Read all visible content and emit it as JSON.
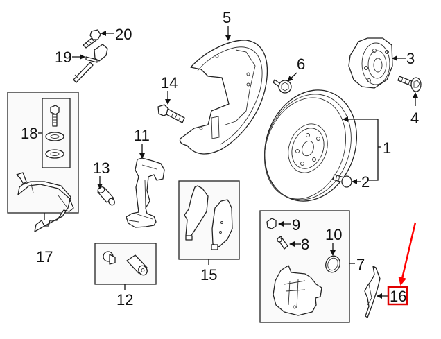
{
  "diagram": {
    "title": "Front brake assembly exploded parts diagram",
    "highlight_color": "#ff0000",
    "highlighted_callout": "16",
    "callouts": [
      {
        "id": "c1",
        "label": "1",
        "part": "brake-rotor"
      },
      {
        "id": "c2",
        "label": "2",
        "part": "rotor-screw"
      },
      {
        "id": "c3",
        "label": "3",
        "part": "wheel-hub"
      },
      {
        "id": "c4",
        "label": "4",
        "part": "hub-bolt"
      },
      {
        "id": "c5",
        "label": "5",
        "part": "splash-shield"
      },
      {
        "id": "c6",
        "label": "6",
        "part": "shield-bolt"
      },
      {
        "id": "c7",
        "label": "7",
        "part": "caliper-assembly"
      },
      {
        "id": "c8",
        "label": "8",
        "part": "bleeder-screw"
      },
      {
        "id": "c9",
        "label": "9",
        "part": "bleeder-cap"
      },
      {
        "id": "c10",
        "label": "10",
        "part": "piston-seal"
      },
      {
        "id": "c11",
        "label": "11",
        "part": "caliper-support"
      },
      {
        "id": "c12",
        "label": "12",
        "part": "guide-pin-kit"
      },
      {
        "id": "c13",
        "label": "13",
        "part": "guide-pin"
      },
      {
        "id": "c14",
        "label": "14",
        "part": "support-bolt"
      },
      {
        "id": "c15",
        "label": "15",
        "part": "brake-pads"
      },
      {
        "id": "c16",
        "label": "16",
        "part": "anti-rattle-clip"
      },
      {
        "id": "c17",
        "label": "17",
        "part": "sensor-harness-bracket"
      },
      {
        "id": "c18",
        "label": "18",
        "part": "bolt-and-washer-kit"
      },
      {
        "id": "c19",
        "label": "19",
        "part": "wear-sensor"
      },
      {
        "id": "c20",
        "label": "20",
        "part": "sensor-bolt"
      }
    ]
  }
}
